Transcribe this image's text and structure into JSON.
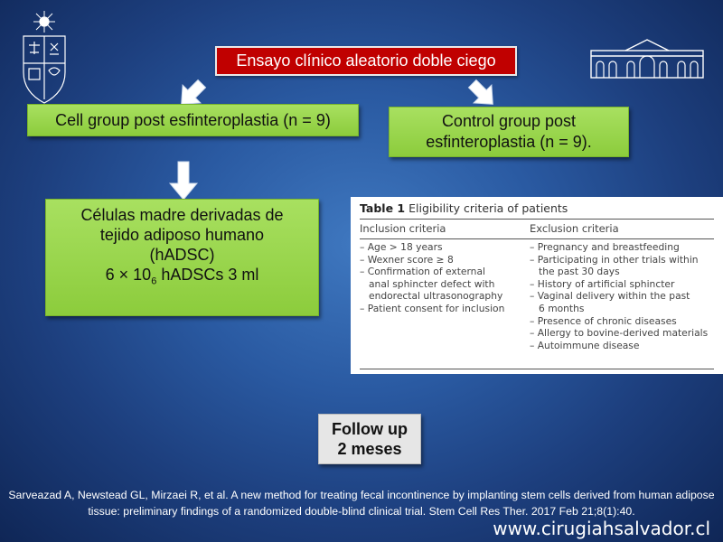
{
  "slide": {
    "title": "Ensayo clínico aleatorio doble ciego",
    "cell_group": "Cell group post esfinteroplastia (n = 9)",
    "control_group_line1": "Control group post",
    "control_group_line2": "esfinteroplastia (n = 9).",
    "cells_line1": "Células madre derivadas de",
    "cells_line2": "tejido adiposo humano",
    "cells_line3": "(hADSC)",
    "cells_dose_prefix": "6 × 10",
    "cells_dose_exp": "6",
    "cells_dose_suffix": " hADSCs 3 ml",
    "follow_line1": "Follow up",
    "follow_line2": "2 meses",
    "citation": "Sarveazad A, Newstead GL, Mirzaei R, et al. A new method for treating fecal incontinence by implanting stem cells derived from human adipose tissue: preliminary findings of a randomized double-blind clinical trial. Stem Cell Res Ther. 2017 Feb 21;8(1):40.",
    "website": "www.cirugiahsalvador.cl"
  },
  "table": {
    "caption_bold": "Table 1",
    "caption_rest": " Eligibility criteria of patients",
    "inclusion_header": "Inclusion criteria",
    "exclusion_header": "Exclusion criteria",
    "inclusion": [
      "– Age > 18 years",
      "– Wexner score ≥ 8",
      "– Confirmation of external",
      "   anal sphincter defect with",
      "   endorectal ultrasonography",
      "– Patient consent for inclusion"
    ],
    "exclusion": [
      "– Pregnancy and breastfeeding",
      "– Participating in other trials within",
      "   the past 30 days",
      "– History of artificial sphincter",
      "– Vaginal delivery within the past",
      "   6 months",
      "– Presence of chronic diseases",
      "– Allergy to bovine-derived materials",
      "– Autoimmune disease"
    ]
  },
  "colors": {
    "title_box": "#c00000",
    "green_box": "#9bd64e",
    "follow_box": "#e6e6e6",
    "background": "#2a5aa2"
  }
}
